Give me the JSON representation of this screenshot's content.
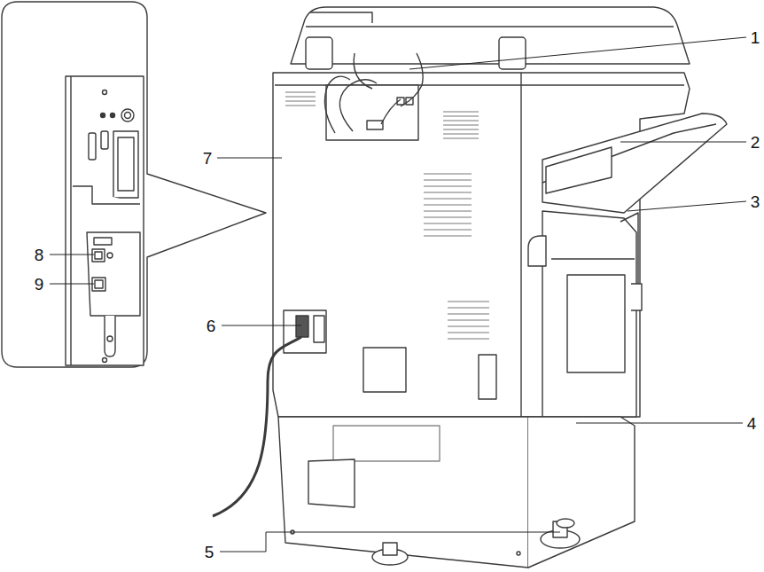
{
  "diagram": {
    "labels": [
      "1",
      "2",
      "7",
      "3",
      "8",
      "9",
      "6",
      "4",
      "5"
    ]
  }
}
